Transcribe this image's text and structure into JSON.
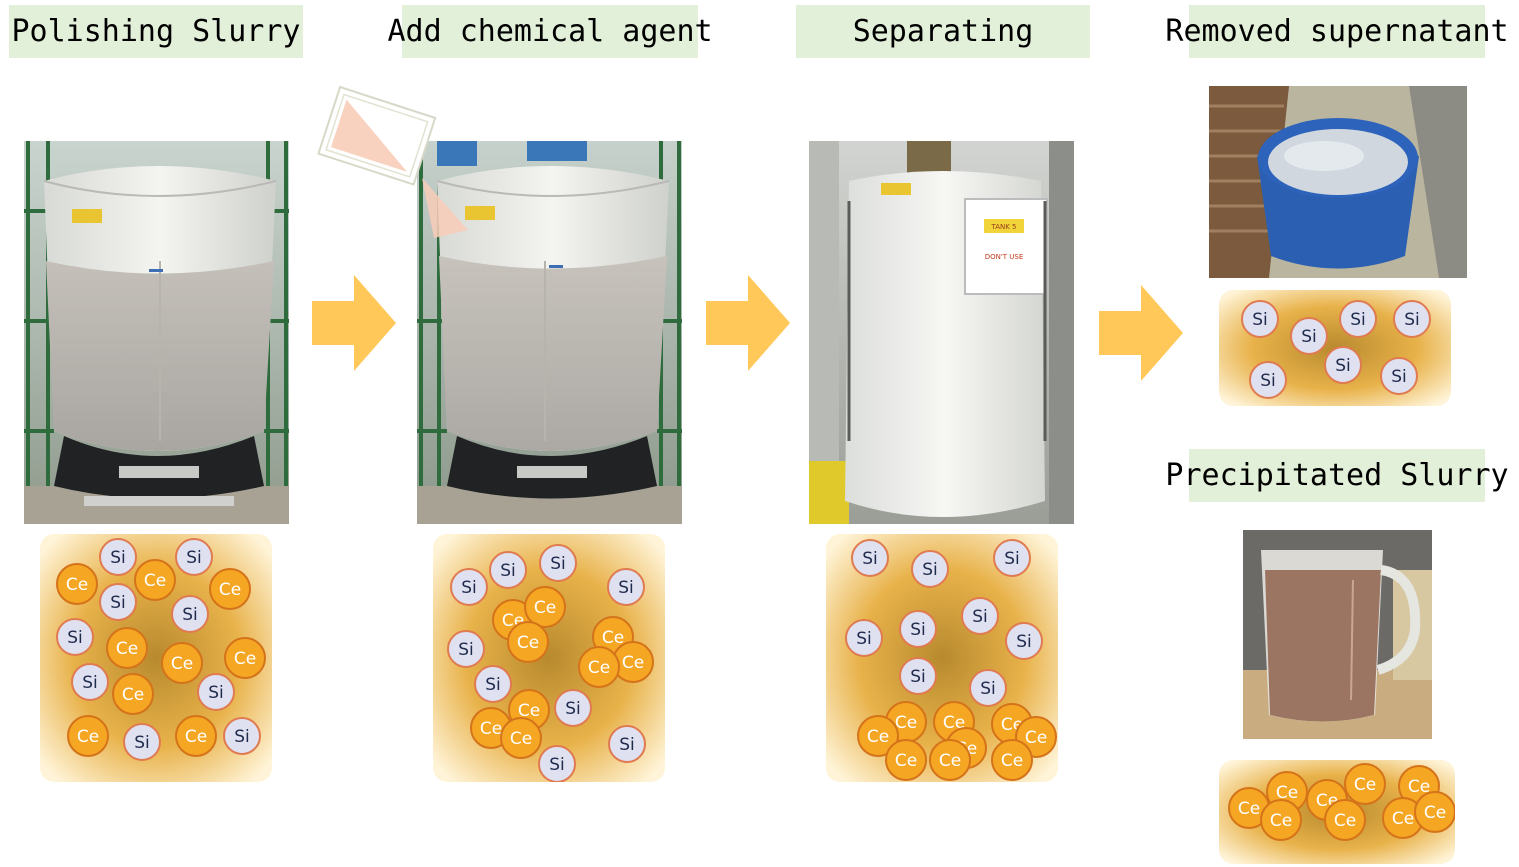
{
  "stages": [
    {
      "label": "Polishing Slurry"
    },
    {
      "label": "Add chemical agent"
    },
    {
      "label": "Separating"
    },
    {
      "label": "Removed supernatant"
    },
    {
      "label": "Precipitated Slurry"
    }
  ],
  "particles": {
    "si_label": "Si",
    "ce_label": "Ce"
  },
  "colors": {
    "label_bg": "#e2efd9",
    "arrow": "#ffc859",
    "si_fill": "#dfe0f0",
    "si_border": "#e07a50",
    "ce_fill": "#f5a623",
    "ce_border": "#d4731a",
    "box_gold": "#e8b24a"
  },
  "photos": [
    {
      "name": "polishing-slurry-tank-photo",
      "subject": "white tank with gray slurry"
    },
    {
      "name": "chemical-agent-tank-photo",
      "subject": "white tank with gray slurry"
    },
    {
      "name": "separating-tank-photo",
      "subject": "white tank with sign"
    },
    {
      "name": "supernatant-bucket-photo",
      "subject": "blue bucket with cloudy water"
    },
    {
      "name": "precipitate-jug-photo",
      "subject": "plastic jug with brown slurry"
    }
  ]
}
